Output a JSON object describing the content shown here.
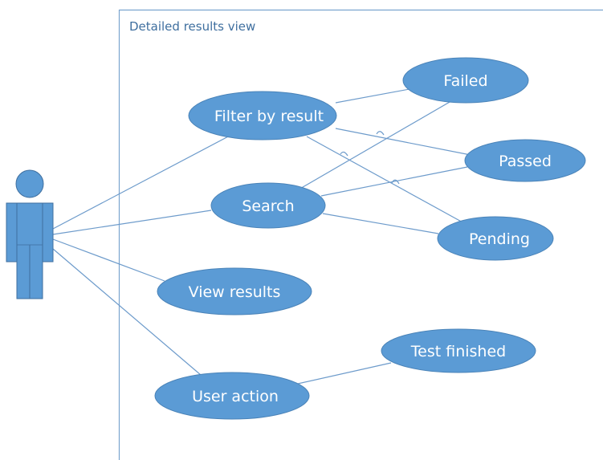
{
  "boundary": {
    "title": "Detailed results view"
  },
  "use_cases": {
    "filter_by_result": "Filter by result",
    "search": "Search",
    "view_results": "View results",
    "user_action": "User action",
    "failed": "Failed",
    "passed": "Passed",
    "pending": "Pending",
    "test_finished": "Test finished"
  },
  "colors": {
    "shape_fill": "#5b9bd5",
    "line": "#6d9bcb",
    "boundary_border": "#7aa4cf",
    "text_on_shape": "#ffffff"
  }
}
